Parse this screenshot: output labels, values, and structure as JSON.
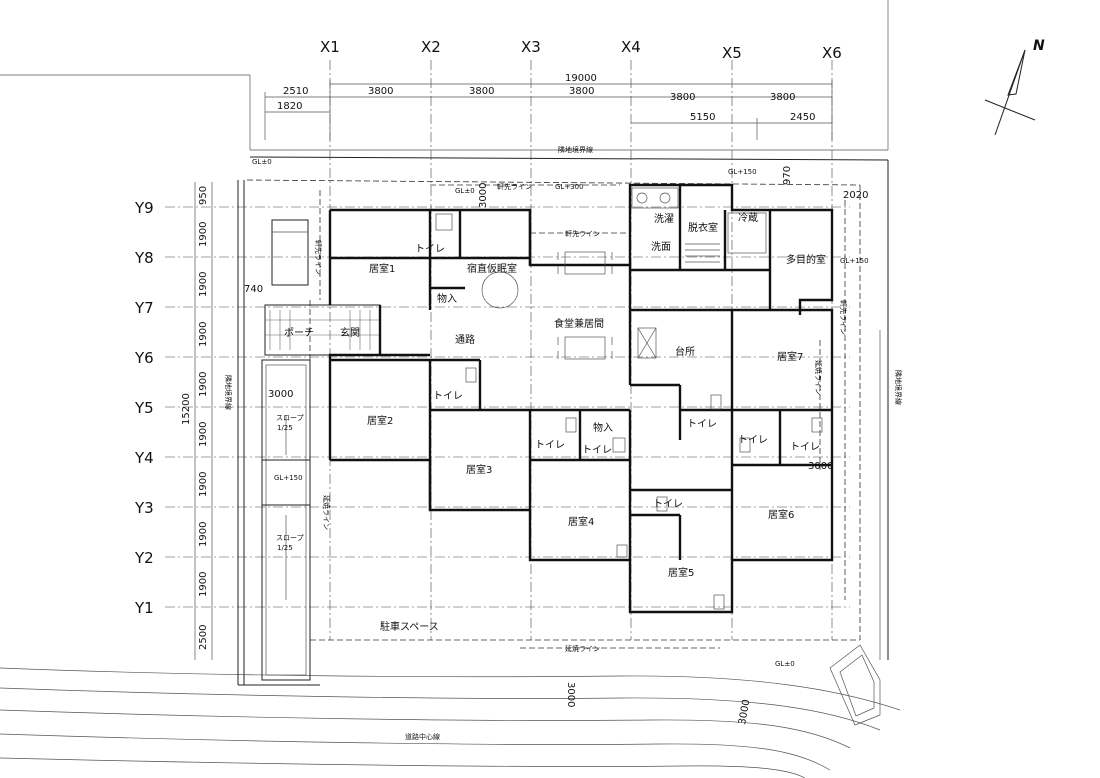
{
  "grid": {
    "x_labels": [
      "X1",
      "X2",
      "X3",
      "X4",
      "X5",
      "X6"
    ],
    "y_labels": [
      "Y9",
      "Y8",
      "Y7",
      "Y6",
      "Y5",
      "Y4",
      "Y3",
      "Y2",
      "Y1"
    ]
  },
  "dimensions": {
    "top_total": "19000",
    "top_row": [
      "2510",
      "3800",
      "3800",
      "3800",
      "3800",
      "3800"
    ],
    "top_sub_left": "1820",
    "top_sub_right": [
      "5150",
      "2450"
    ],
    "left_col": [
      "950",
      "1900",
      "1900",
      "1900",
      "1900",
      "1900",
      "1900",
      "1900",
      "1900",
      "2500"
    ],
    "left_total": "15200",
    "misc": [
      "740",
      "3000",
      "3000",
      "2020",
      "970",
      "3000",
      "3000"
    ]
  },
  "labels": {
    "north": "N",
    "boundary_top": "隣地境界線",
    "boundary_left": "隣地境界線",
    "boundary_right": "隣地境界線",
    "road_center": "道路中心線",
    "eaves_top": "軒先ライン",
    "eaves_mid": "軒先ライン",
    "eaves_left": "軒先ライン",
    "eaves_right": "軒先ライン",
    "extension_bottom": "延焼ライン",
    "extension_right": "延焼ライン",
    "extension_left": "延焼ライン",
    "parking": "駐車スペース",
    "slope1": "スロープ",
    "slope1_ratio": "1/25",
    "slope2": "スロープ",
    "slope2_ratio": "1/25",
    "gl_values": [
      "GL±0",
      "GL+150",
      "GL+150",
      "GL+300",
      "GL+150",
      "GL±0",
      "GL±0"
    ]
  },
  "rooms": {
    "kyoshitsu1": "居室1",
    "kyoshitsu2": "居室2",
    "kyoshitsu3": "居室3",
    "kyoshitsu4": "居室4",
    "kyoshitsu5": "居室5",
    "kyoshitsu6": "居室6",
    "kyoshitsu7": "居室7",
    "shukuchoku": "宿直仮眠室",
    "monoire1": "物入",
    "monoire2": "物入",
    "tsuro": "通路",
    "genkan": "玄関",
    "porch": "ポーチ",
    "shokudo": "食堂兼居間",
    "daidokoro": "台所",
    "sentaku": "洗濯",
    "senmen": "洗面",
    "datsuishitsu": "脱衣室",
    "reizo": "冷蔵",
    "tamokuteki": "多目的室",
    "toilets": [
      "トイレ",
      "トイレ",
      "トイレ",
      "トイレ",
      "トイレ",
      "トイレ",
      "トイレ",
      "トイレ"
    ]
  }
}
